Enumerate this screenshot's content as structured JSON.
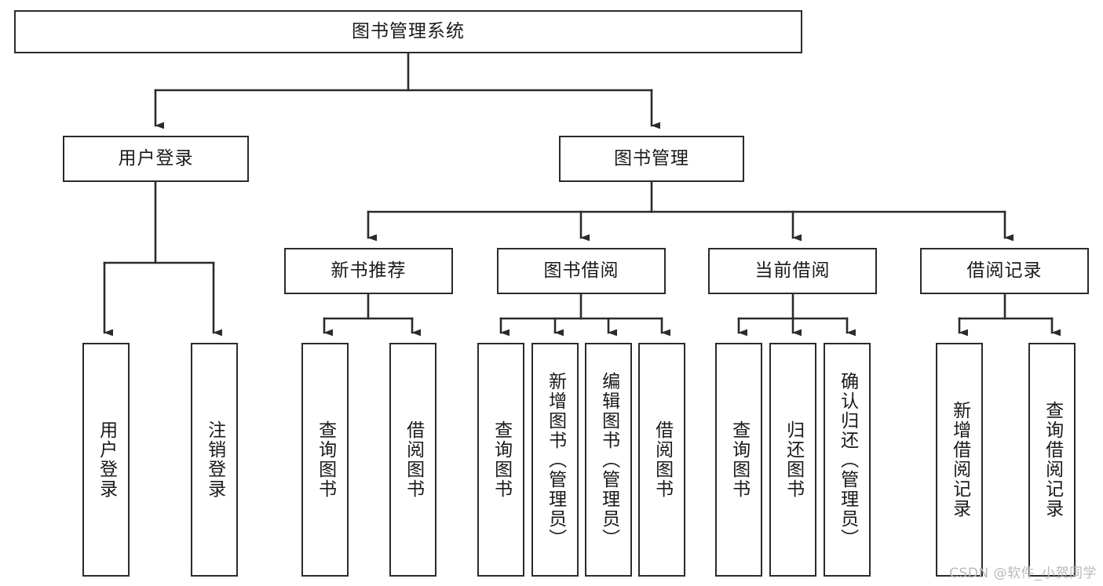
{
  "diagram": {
    "title": "图书管理系统",
    "type": "tree-hierarchy-diagram",
    "watermark": "CSDN @软件_小贺同学",
    "colors": {
      "stroke": "#2b2b2b",
      "fill": "#ffffff",
      "text": "#1a1a1a",
      "watermark": "#b9b9b9"
    },
    "nodes": {
      "root": {
        "label": "图书管理系统"
      },
      "level2": [
        {
          "id": "user-login",
          "label": "用户登录"
        },
        {
          "id": "book-management",
          "label": "图书管理"
        }
      ],
      "level3": [
        {
          "id": "new-book-recommend",
          "label": "新书推荐"
        },
        {
          "id": "book-borrow",
          "label": "图书借阅"
        },
        {
          "id": "current-borrow",
          "label": "当前借阅"
        },
        {
          "id": "borrow-record",
          "label": "借阅记录"
        }
      ],
      "leaves": {
        "user-login": [
          {
            "id": "leaf-user-login",
            "label": "用户登录"
          },
          {
            "id": "leaf-logout",
            "label": "注销登录"
          }
        ],
        "new-book-recommend": [
          {
            "id": "leaf-query-book-1",
            "label": "查询图书"
          },
          {
            "id": "leaf-borrow-book-1",
            "label": "借阅图书"
          }
        ],
        "book-borrow": [
          {
            "id": "leaf-query-book-2",
            "label": "查询图书"
          },
          {
            "id": "leaf-add-book",
            "label": "新增图书（管理员）"
          },
          {
            "id": "leaf-edit-book",
            "label": "编辑图书（管理员）"
          },
          {
            "id": "leaf-borrow-book-2",
            "label": "借阅图书"
          }
        ],
        "current-borrow": [
          {
            "id": "leaf-query-book-3",
            "label": "查询图书"
          },
          {
            "id": "leaf-return-book",
            "label": "归还图书"
          },
          {
            "id": "leaf-confirm-return",
            "label": "确认归还（管理员）"
          }
        ],
        "borrow-record": [
          {
            "id": "leaf-add-record",
            "label": "新增借阅记录"
          },
          {
            "id": "leaf-query-record",
            "label": "查询借阅记录"
          }
        ]
      }
    }
  }
}
